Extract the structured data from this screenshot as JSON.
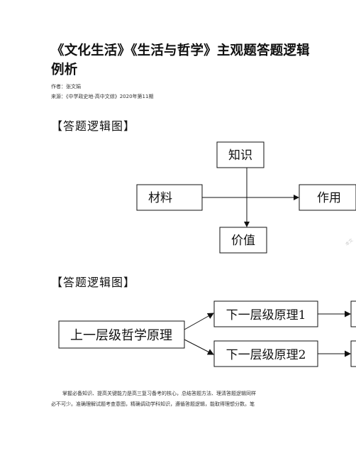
{
  "title": "《文化生活》《生活与哲学》主观题答题逻辑例析",
  "author_line": "作者：张文娟",
  "source_line": "来源：《中学政史地·高中文综》2020年第11期",
  "section1": {
    "heading": "【答题逻辑图】",
    "box_top": "知识",
    "box_left": "材料",
    "box_right": "作用",
    "box_bottom": "价值"
  },
  "section2": {
    "heading": "【答题逻辑图】",
    "box_main": "上一层级哲学原理",
    "box_upper": "下一层级原理1",
    "box_lower": "下一层级原理2"
  },
  "body": {
    "line1": "掌握必备知识、提高关键能力是高三复习备考的核心，总结答题方法、理清答题逻辑同样",
    "line2": "必不可少。准确理解试题考查意图，精确调动学科知识，遵循答题逻辑，能取得理想分数。笔"
  },
  "watermark": "本文"
}
